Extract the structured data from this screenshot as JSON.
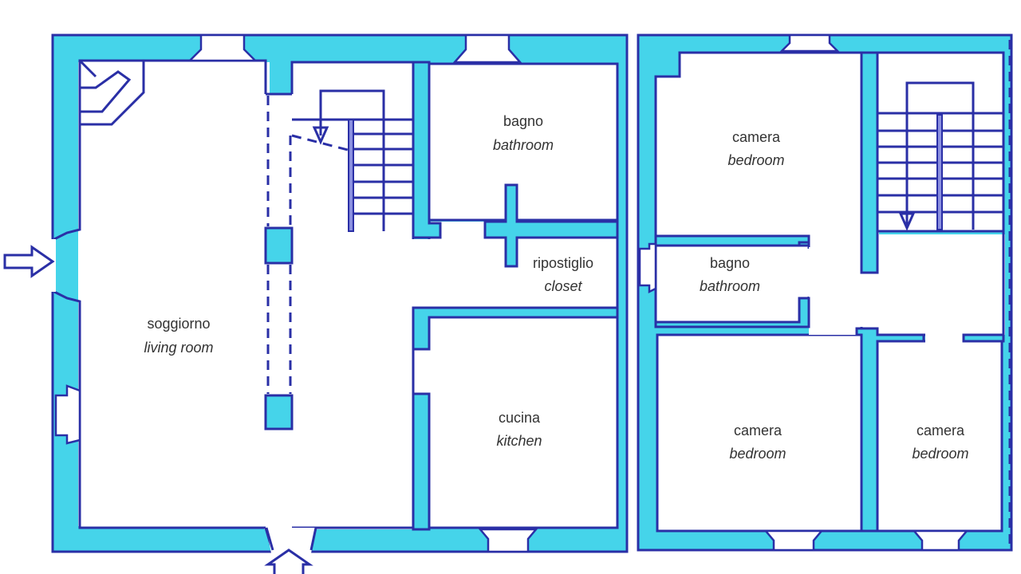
{
  "colors": {
    "wall": "#45d4ea",
    "line": "#2a2fa6",
    "background": "#ffffff"
  },
  "ground_floor": {
    "living_room": {
      "it": "soggiorno",
      "en": "living room"
    },
    "bathroom": {
      "it": "bagno",
      "en": "bathroom"
    },
    "closet": {
      "it": "ripostiglio",
      "en": "closet"
    },
    "kitchen": {
      "it": "cucina",
      "en": "kitchen"
    }
  },
  "first_floor": {
    "bedroom_1": {
      "it": "camera",
      "en": "bedroom"
    },
    "bathroom": {
      "it": "bagno",
      "en": "bathroom"
    },
    "bedroom_2": {
      "it": "camera",
      "en": "bedroom"
    },
    "bedroom_3": {
      "it": "camera",
      "en": "bedroom"
    }
  }
}
